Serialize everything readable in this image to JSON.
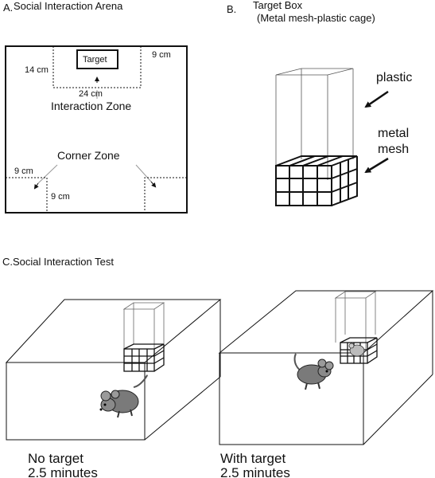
{
  "panel_a": {
    "letter": "A.",
    "title": "Social Interaction Arena",
    "target_label": "Target",
    "dim_9cm_top": "9 cm",
    "dim_14cm": "14 cm",
    "dim_24cm": "24 cm",
    "interaction_zone": "Interaction Zone",
    "corner_zone": "Corner Zone",
    "dim_9cm_left": "9 cm",
    "dim_9cm_bottom": "9 cm"
  },
  "panel_b": {
    "letter": "B.",
    "title_line1": "Target Box",
    "title_line2": "(Metal mesh-plastic cage)",
    "plastic_label": "plastic",
    "metal_label_line1": "metal",
    "metal_label_line2": "mesh"
  },
  "panel_c": {
    "letter": "C.",
    "title": "Social Interaction Test",
    "left_caption_line1": "No target",
    "left_caption_line2": "2.5 minutes",
    "right_caption_line1": "With target",
    "right_caption_line2": "2.5 minutes"
  }
}
